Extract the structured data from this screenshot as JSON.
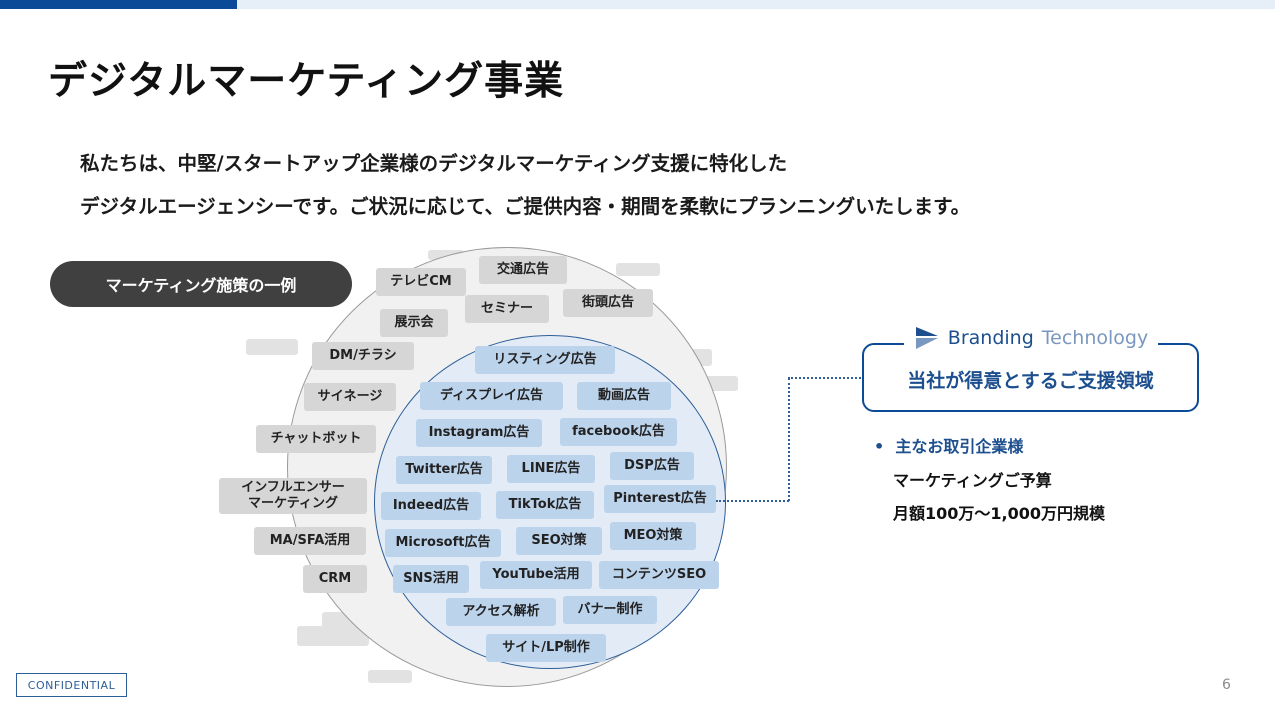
{
  "header": {
    "title": "デジタルマーケティング事業"
  },
  "intro": {
    "line1": "私たちは、中堅/スタートアップ企業様のデジタルマーケティング支援に特化した",
    "line2": "デジタルエージェンシーです。ご状況に応じて、ご提供内容・期間を柔軟にプランニングいたします。"
  },
  "section": {
    "pill_label": "マーケティング施策の一例"
  },
  "outer_tags": {
    "tv_cm": "テレビCM",
    "transit_ads": "交通広告",
    "seminar": "セミナー",
    "street_ads": "街頭広告",
    "exhibition": "展示会",
    "dm_flyer": "DM/チラシ",
    "signage": "サイネージ",
    "chatbot": "チャットボット",
    "influencer": "インフルエンサー\nマーケティング",
    "ma_sfa": "MA/SFA活用",
    "crm": "CRM"
  },
  "inner_tags": {
    "listing": "リスティング広告",
    "display": "ディスプレイ広告",
    "video": "動画広告",
    "instagram": "Instagram広告",
    "facebook": "facebook広告",
    "twitter": "Twitter広告",
    "line": "LINE広告",
    "dsp": "DSP広告",
    "indeed": "Indeed広告",
    "tiktok": "TikTok広告",
    "pinterest": "Pinterest広告",
    "microsoft": "Microsoft広告",
    "seo": "SEO対策",
    "meo": "MEO対策",
    "sns": "SNS活用",
    "youtube": "YouTube活用",
    "content_seo": "コンテンツSEO",
    "analytics": "アクセス解析",
    "banner": "バナー制作",
    "site_lp": "サイト/LP制作"
  },
  "brand": {
    "word1": "Branding",
    "word2": "Technology",
    "accent_color": "#1d4f8f",
    "box_text": "当社が得意とするご支援領域"
  },
  "clients": {
    "heading": "主なお取引企業様",
    "line1": "マーケティングご予算",
    "line2": "月額100万～1,000万円規模"
  },
  "footer": {
    "confidential": "CONFIDENTIAL",
    "page_number": "6"
  }
}
